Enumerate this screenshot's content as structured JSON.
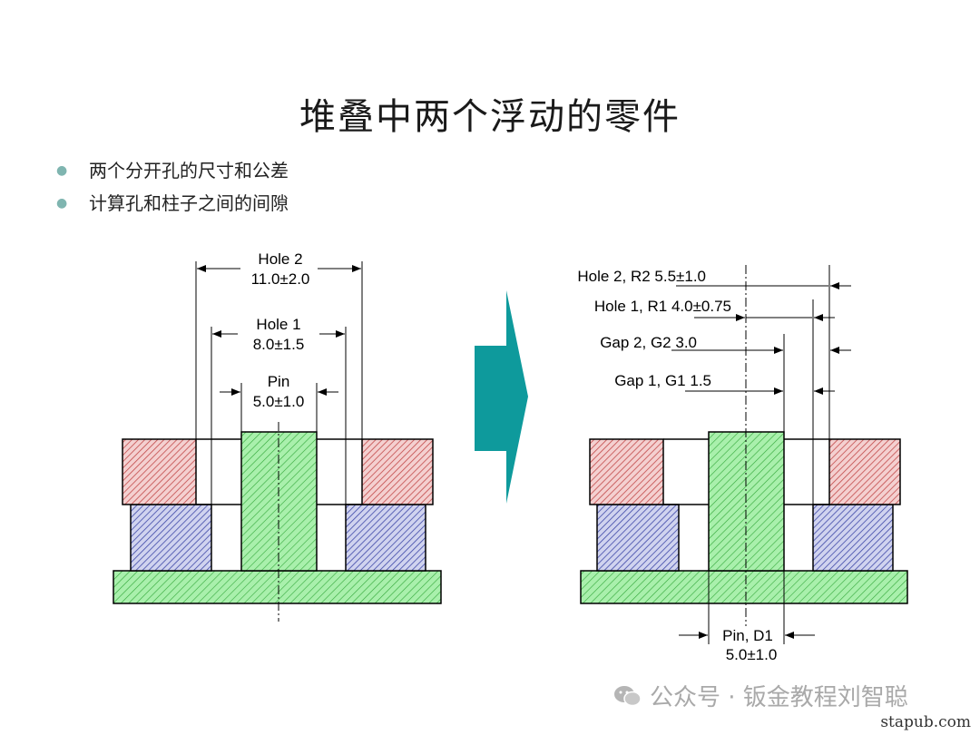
{
  "title": "堆叠中两个浮动的零件",
  "bullets": [
    {
      "text": "两个分开孔的尺寸和公差"
    },
    {
      "text": "计算孔和柱子之间的间隙"
    }
  ],
  "left_diagram": {
    "hole2_label": "Hole 2",
    "hole2_value": "11.0±2.0",
    "hole1_label": "Hole 1",
    "hole1_value": "8.0±1.5",
    "pin_label": "Pin",
    "pin_value": "5.0±1.0"
  },
  "right_diagram": {
    "hole2": "Hole 2, R2 5.5±1.0",
    "hole1": "Hole 1, R1 4.0±0.75",
    "gap2": "Gap 2, G2 3.0",
    "gap1": "Gap 1, G1 1.5",
    "pin_label": "Pin, D1",
    "pin_value": "5.0±1.0"
  },
  "colors": {
    "red_part": "#e8aaaa",
    "blue_part": "#aab0dd",
    "green_part": "#aeeeb0",
    "arrow": "#0e9a9c",
    "bullet": "#7fb5b0"
  },
  "watermark": "公众号 · 钣金教程刘智聪",
  "site": "stapub.com"
}
